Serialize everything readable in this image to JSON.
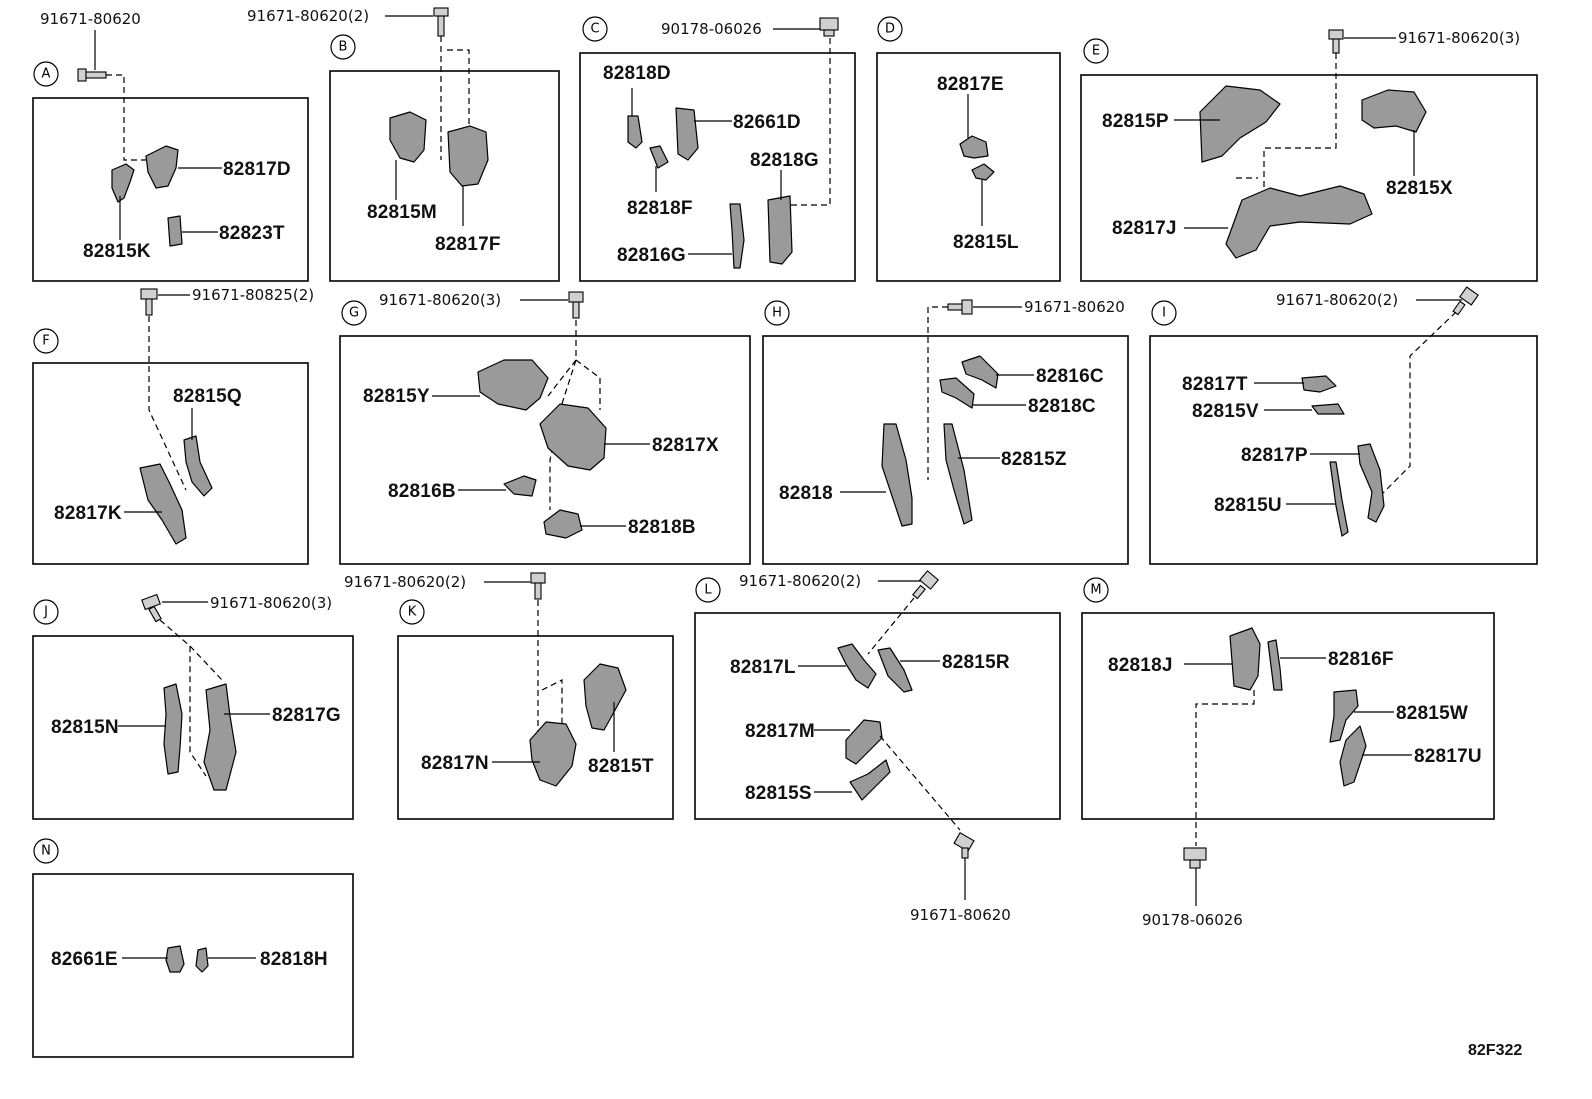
{
  "diagram_code": "82F322",
  "sections": {
    "A": {
      "letter": "A",
      "fastener": "91671-80620",
      "parts": [
        "82817D",
        "82815K",
        "82823T"
      ]
    },
    "B": {
      "letter": "B",
      "fastener": "91671-80620(2)",
      "parts": [
        "82815M",
        "82817F"
      ]
    },
    "C": {
      "letter": "C",
      "fastener": "90178-06026",
      "parts": [
        "82818D",
        "82661D",
        "82818G",
        "82818F",
        "82816G"
      ]
    },
    "D": {
      "letter": "D",
      "parts": [
        "82817E",
        "82815L"
      ]
    },
    "E": {
      "letter": "E",
      "fastener": "91671-80620(3)",
      "parts": [
        "82815P",
        "82815X",
        "82817J"
      ]
    },
    "F": {
      "letter": "F",
      "fastener": "91671-80825(2)",
      "parts": [
        "82815Q",
        "82817K"
      ]
    },
    "G": {
      "letter": "G",
      "fastener": "91671-80620(3)",
      "parts": [
        "82815Y",
        "82817X",
        "82816B",
        "82818B"
      ]
    },
    "H": {
      "letter": "H",
      "fastener": "91671-80620",
      "parts": [
        "82816C",
        "82818C",
        "82815Z",
        "82818"
      ]
    },
    "I": {
      "letter": "I",
      "fastener": "91671-80620(2)",
      "parts": [
        "82817T",
        "82815V",
        "82817P",
        "82815U"
      ]
    },
    "J": {
      "letter": "J",
      "fastener": "91671-80620(3)",
      "parts": [
        "82815N",
        "82817G"
      ]
    },
    "K": {
      "letter": "K",
      "fastener": "91671-80620(2)",
      "parts": [
        "82817N",
        "82815T"
      ]
    },
    "L": {
      "letter": "L",
      "fastener": "91671-80620(2)",
      "fastener2": "91671-80620",
      "parts": [
        "82817L",
        "82815R",
        "82817M",
        "82815S"
      ]
    },
    "M": {
      "letter": "M",
      "fastener": "90178-06026",
      "parts": [
        "82818J",
        "82816F",
        "82815W",
        "82817U"
      ]
    },
    "N": {
      "letter": "N",
      "parts": [
        "82661E",
        "82818H"
      ]
    }
  }
}
